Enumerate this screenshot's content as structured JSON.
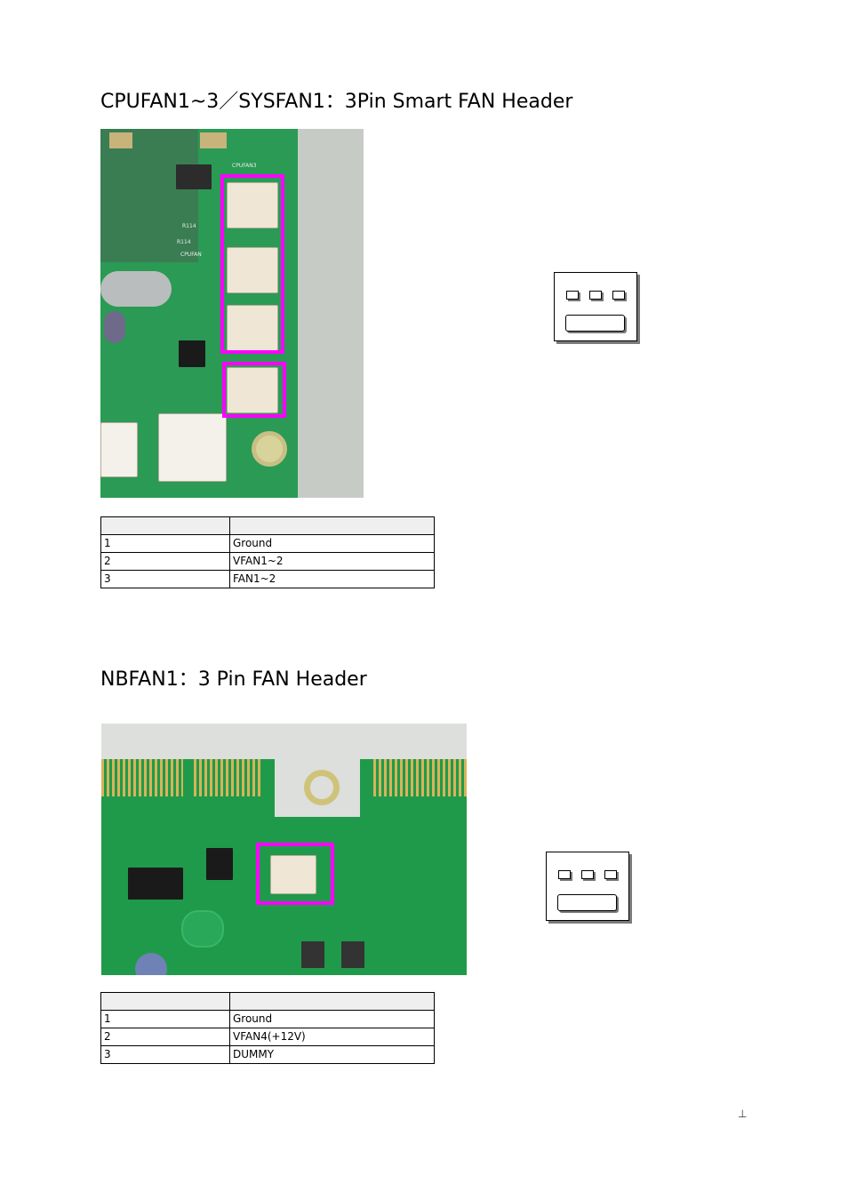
{
  "sections": [
    {
      "title": "CPUFAN1~3／SYSFAN1：3Pin Smart FAN Header",
      "table": {
        "headers": [
          "",
          ""
        ],
        "rows": [
          [
            "1",
            "Ground"
          ],
          [
            "2",
            "VFAN1~2"
          ],
          [
            "3",
            "FAN1~2"
          ]
        ]
      }
    },
    {
      "title": "NBFAN1：3 Pin FAN Header",
      "table": {
        "headers": [
          "",
          ""
        ],
        "rows": [
          [
            "1",
            "Ground"
          ],
          [
            "2",
            "VFAN4(+12V)"
          ],
          [
            "3",
            "DUMMY"
          ]
        ]
      }
    }
  ],
  "photo1_labels": {
    "cpufan3": "CPUFAN3",
    "cpufan": "CPUFAN",
    "r1": "R114",
    "r2": "R114"
  },
  "footer": {
    "page_mark": "⊥"
  },
  "colors": {
    "highlight": "#ff00ff",
    "pcb_green": "#1f9a4a"
  }
}
